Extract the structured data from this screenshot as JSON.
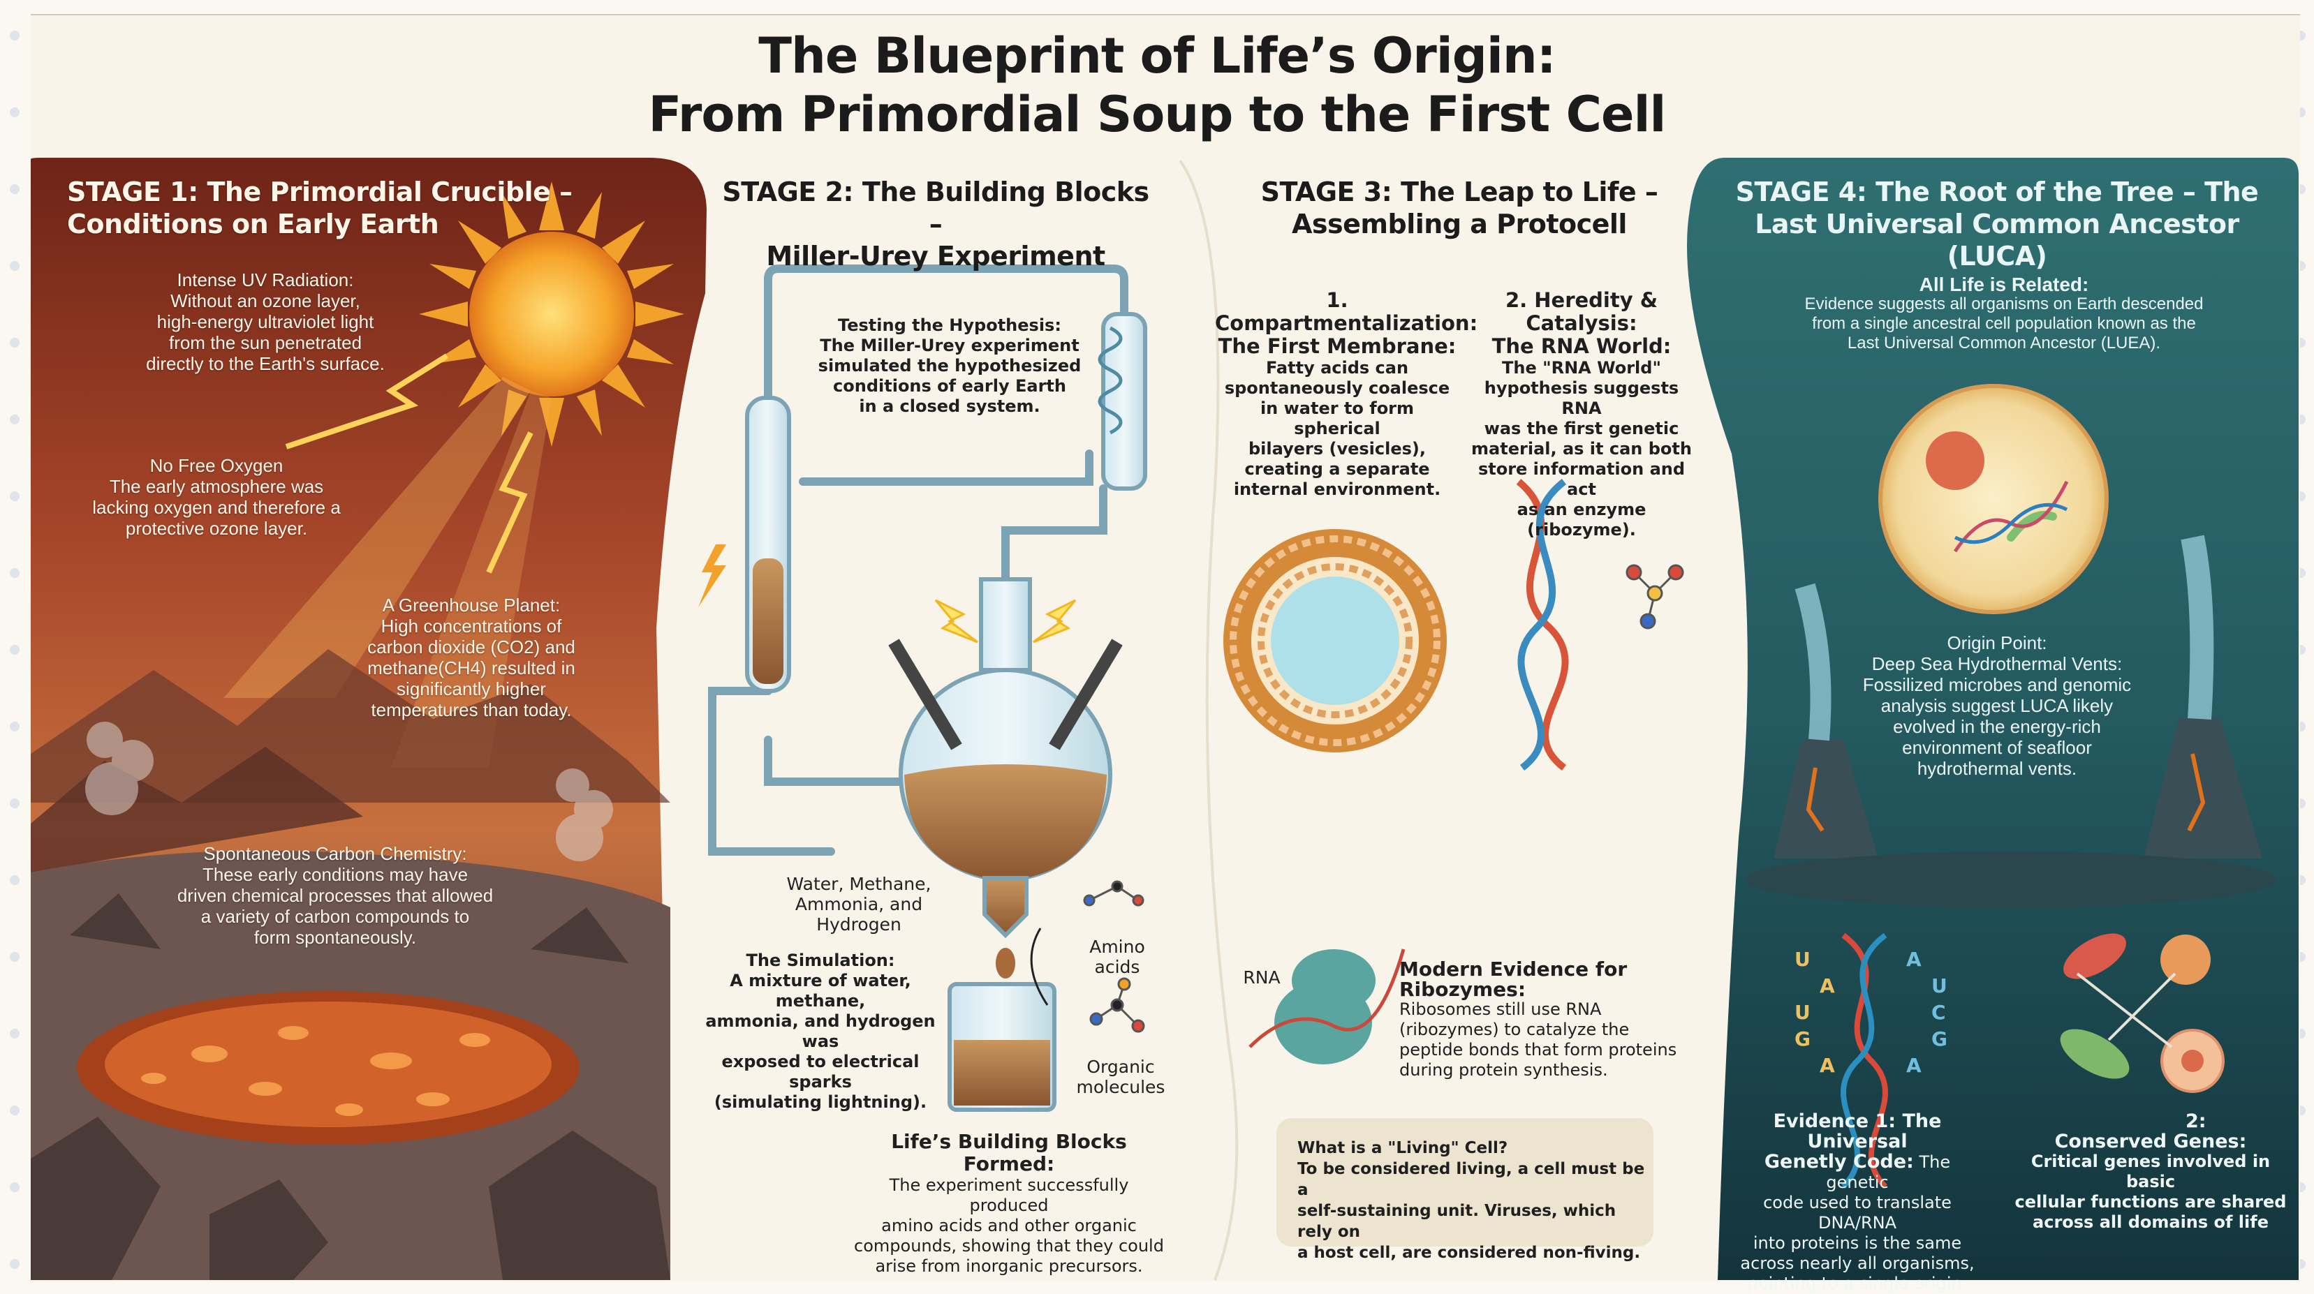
{
  "title": {
    "line1": "The Blueprint of Life’s Origin:",
    "line2": "From Primordial Soup to the First Cell"
  },
  "stage1": {
    "heading_line1": "STAGE 1: The Primordial Crucible –",
    "heading_line2": "Conditions on Early Earth",
    "uv": {
      "title": "Intense UV Radiation:",
      "lines": [
        "Without an ozone layer,",
        "high-energy ultraviolet light",
        "from the sun penetrated",
        "directly to the Earth's surface."
      ]
    },
    "oxygen": {
      "title": "No Free Oxygen",
      "lines": [
        "The early atmosphere was",
        "lacking oxygen and therefore a",
        "protective ozone layer."
      ]
    },
    "greenhouse": {
      "title": "A Greenhouse Planet:",
      "lines": [
        "High concentrations of",
        "carbon dioxide (CO2) and",
        "methane(CH4) resulted in",
        "significantly higher",
        "temperatures than today."
      ]
    },
    "carbon": {
      "title": "Spontaneous Carbon Chemistry:",
      "lines": [
        "These early conditions may have",
        "driven chemical processes that allowed",
        "a variety of carbon compounds to",
        "form spontaneously."
      ]
    }
  },
  "stage2": {
    "heading_line1": "STAGE 2: The Building Blocks –",
    "heading_line2": "Miller-Urey Experiment",
    "hypothesis": {
      "title": "Testing the Hypothesis:",
      "lines": [
        "The Miller-Urey experiment",
        "simulated the hypothesized",
        "conditions of early Earth",
        "in a closed system."
      ]
    },
    "water_label": [
      "Water, Methane,",
      "Ammonia, and",
      "Hydrogen"
    ],
    "amino_label": [
      "Amino",
      "acids"
    ],
    "organic_label": [
      "Organic",
      "molecules"
    ],
    "simulation": {
      "title": "The Simulation:",
      "lines": [
        "A mixture of water, methane,",
        "ammonia, and hydrogen was",
        "exposed to electrical sparks",
        "(simulating lightning)."
      ]
    },
    "formed": {
      "title": "Life’s Building Blocks Formed:",
      "lines": [
        "The experiment successfully produced",
        "amino acids and other organic",
        "compounds, showing that they could",
        "arise from inorganic precursors."
      ]
    }
  },
  "stage3": {
    "heading_line1": "STAGE 3: The Leap to Life –",
    "heading_line2": "Assembling a Protocell",
    "membrane": {
      "title_line1": "1. Compartmentalization:",
      "title_line2": "The First Membrane:",
      "lines": [
        "Fatty acids can",
        "spontaneously coalesce",
        "in water to form spherical",
        "bilayers (vesicles),",
        "creating a separate",
        "internal environment."
      ]
    },
    "heredity": {
      "title_line1": "2. Heredity & Catalysis:",
      "title_line2": "The RNA World:",
      "lines": [
        "The \"RNA World\"",
        "hypothesis suggests RNA",
        "was the first genetic",
        "material, as it can both",
        "store information and act",
        "as an enzyme (ribozyme)."
      ]
    },
    "rna_label": "RNA",
    "ribozymes": {
      "title": "Modern Evidence for Ribozymes:",
      "lines": [
        "Ribosomes still use RNA",
        "(ribozymes) to catalyze the",
        "peptide bonds that form proteins",
        "during protein synthesis."
      ]
    },
    "living": {
      "title": "What is a \"Living\" Cell?",
      "lines": [
        "To be considered living, a cell must be a",
        "self-sustaining unit. Viruses, which rely on",
        "a host cell, are considered non-fiving."
      ]
    }
  },
  "stage4": {
    "heading_line1": "STAGE 4: The Root of the Tree – The",
    "heading_line2": "Last Universal Common Ancestor (LUCA)",
    "related": {
      "title": "All Life is Related:",
      "lines": [
        "Evidence suggests all organisms on Earth descended",
        "from a single ancestral cell population known as the",
        "Last Universal Common Ancestor (LUEA)."
      ]
    },
    "origin": {
      "title": "Origin Point:",
      "lines": [
        "Deep Sea Hydrothermal Vents:",
        "Fossilized microbes and genomic",
        "analysis suggest LUCA likely",
        "evolved in the energy-rich",
        "environment of seafloor",
        "hydrothermal vents."
      ]
    },
    "evidence1": {
      "title_line1": "Evidence 1: The Universal",
      "title_line2": "Genetly Code:",
      "title_rest": " The genetic",
      "lines": [
        "code used to translate DNA/RNA",
        "into proteins is the same",
        "across nearly all organisms,",
        "pointing to a single origin."
      ]
    },
    "evidence2": {
      "title_line1": "2:",
      "title_line2": "Conserved Genes:",
      "lines": [
        "Critical genes involved in basic",
        "cellular functions are shared",
        "across all domains of life"
      ]
    },
    "bases_left": [
      "U",
      "A",
      "U",
      "G",
      "A"
    ],
    "bases_right": [
      "A",
      "U",
      "C",
      "G",
      "A"
    ]
  },
  "colors": {
    "stage1_bg": "#7a2c1c",
    "stage4_bg": "#1f5158",
    "paper": "#f8f4ea",
    "sun": "#f4a227"
  }
}
